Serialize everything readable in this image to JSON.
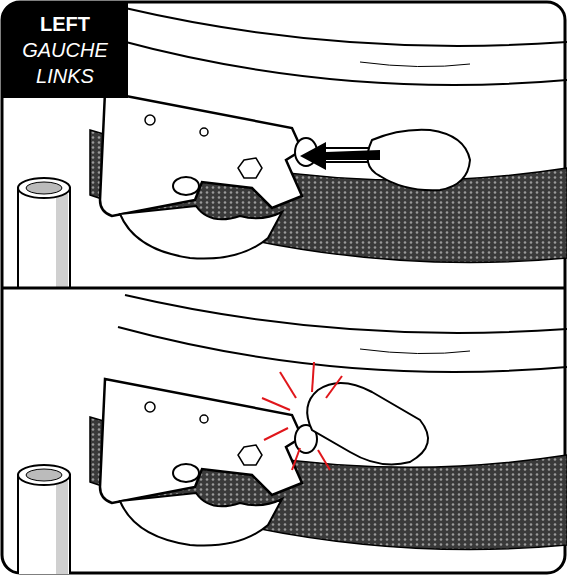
{
  "diagram": {
    "nodes": [
      {
        "text": [
          "LEFT",
          "GAUCHE",
          "LINKS"
        ]
      }
    ]
  }
}
